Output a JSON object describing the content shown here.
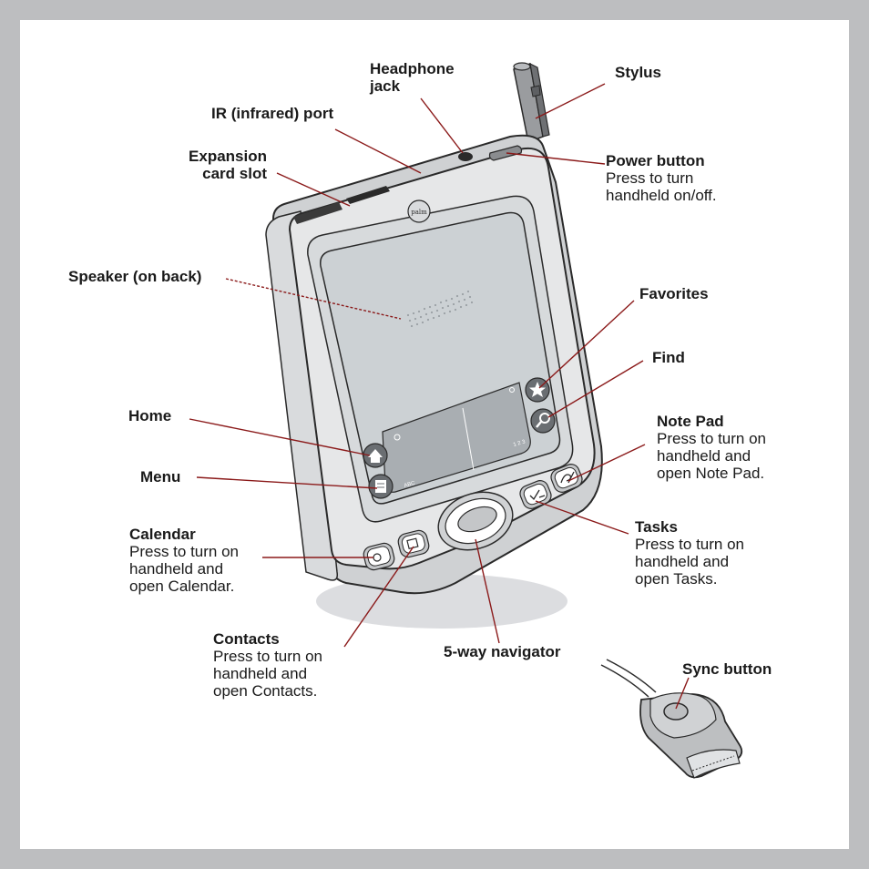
{
  "callouts": {
    "headphone_jack": {
      "title": [
        "Headphone",
        "jack"
      ]
    },
    "stylus": {
      "title": "Stylus"
    },
    "ir_port": {
      "title": "IR (infrared) port"
    },
    "expansion_slot": {
      "title": [
        "Expansion",
        "card slot"
      ]
    },
    "power_button": {
      "title": "Power button",
      "desc": [
        "Press to turn",
        "handheld on/off."
      ]
    },
    "speaker": {
      "title": "Speaker (on back)"
    },
    "favorites": {
      "title": "Favorites"
    },
    "find": {
      "title": "Find"
    },
    "home": {
      "title": "Home"
    },
    "note_pad": {
      "title": "Note Pad",
      "desc": [
        "Press to turn on",
        "handheld and",
        "open Note Pad."
      ]
    },
    "menu": {
      "title": "Menu"
    },
    "tasks": {
      "title": "Tasks",
      "desc": [
        "Press to turn on",
        "handheld and",
        "open Tasks."
      ]
    },
    "calendar": {
      "title": "Calendar",
      "desc": [
        "Press to turn on",
        "handheld and",
        "open Calendar."
      ]
    },
    "contacts": {
      "title": "Contacts",
      "desc": [
        "Press to turn on",
        "handheld and",
        "open Contacts."
      ]
    },
    "navigator": {
      "title": "5-way navigator"
    },
    "sync_button": {
      "title": "Sync button"
    }
  },
  "device": {
    "logo": "palm",
    "graffiti_abc": "ABC",
    "graffiti_123": "1 2 3"
  },
  "colors": {
    "leader": "#8b1a1a",
    "outline": "#2a2a2a",
    "body": "#e6e7e8",
    "screen": "#ccd1d4",
    "graffiti": "#a9aeb2"
  }
}
